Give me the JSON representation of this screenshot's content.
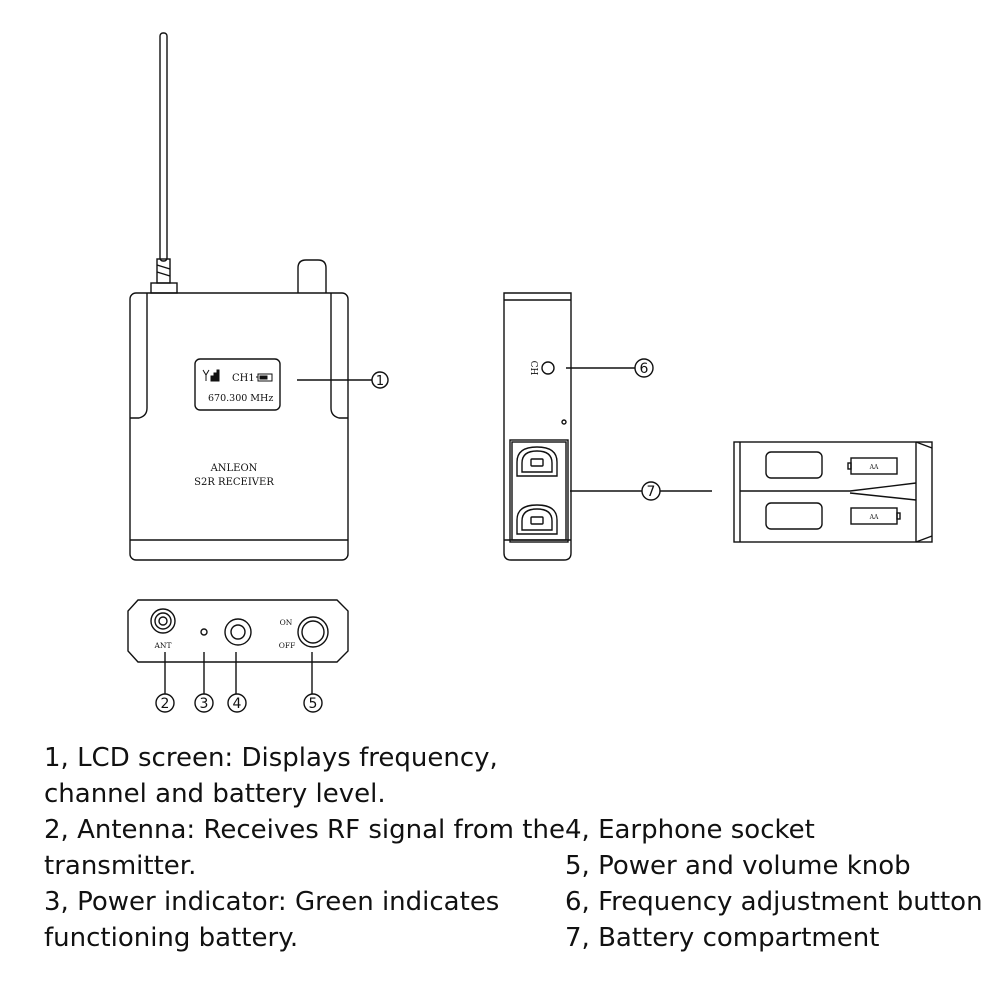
{
  "device": {
    "lcd": {
      "channel": "CH1",
      "frequency": "670.300 MHz"
    },
    "brand": "ANLEON",
    "model": "S2R RECEIVER",
    "bottom_labels": {
      "antenna": "ANT",
      "on": "ON",
      "off": "OFF"
    },
    "side_label": "CH",
    "battery_label": "AA"
  },
  "callouts": [
    "1",
    "2",
    "3",
    "4",
    "5",
    "6",
    "7"
  ],
  "legend": {
    "l1a": "1, LCD screen: Displays frequency,",
    "l1b": "channel and battery level.",
    "l2a": "2, Antenna: Receives RF signal from the",
    "l2b": "transmitter.",
    "l3a": "3, Power indicator: Green indicates",
    "l3b": "functioning battery.",
    "l4": "4, Earphone socket",
    "l5": "5, Power and volume knob",
    "l6": "6, Frequency adjustment button",
    "l7": "7, Battery compartment"
  }
}
